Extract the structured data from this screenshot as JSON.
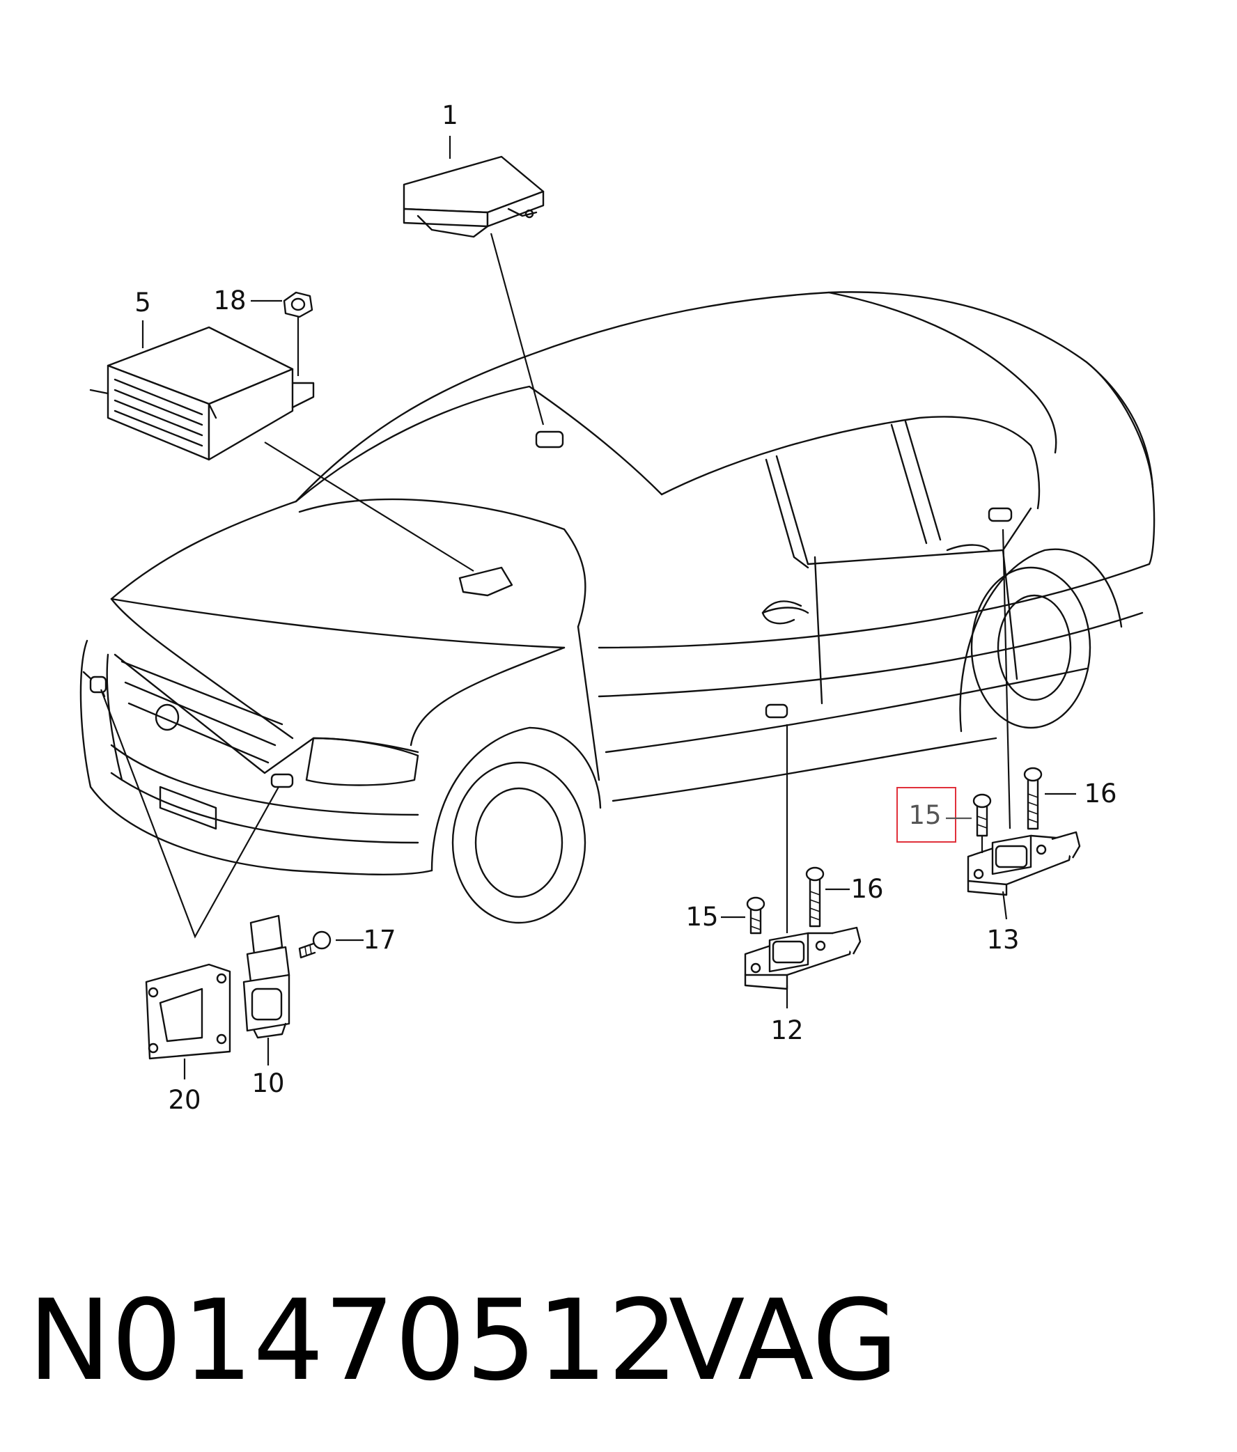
{
  "diagram": {
    "callouts": [
      {
        "id": "c1",
        "label": "1"
      },
      {
        "id": "c5",
        "label": "5"
      },
      {
        "id": "c18",
        "label": "18"
      },
      {
        "id": "c16a",
        "label": "16"
      },
      {
        "id": "c15a",
        "label": "15",
        "highlighted": true
      },
      {
        "id": "c13",
        "label": "13"
      },
      {
        "id": "c15b",
        "label": "15"
      },
      {
        "id": "c16b",
        "label": "16"
      },
      {
        "id": "c12",
        "label": "12"
      },
      {
        "id": "c17",
        "label": "17"
      },
      {
        "id": "c20",
        "label": "20"
      },
      {
        "id": "c10",
        "label": "10"
      }
    ],
    "highlight_color": "#e0303a"
  },
  "footer": {
    "part_number": "N01470512",
    "brand": "VAG"
  }
}
